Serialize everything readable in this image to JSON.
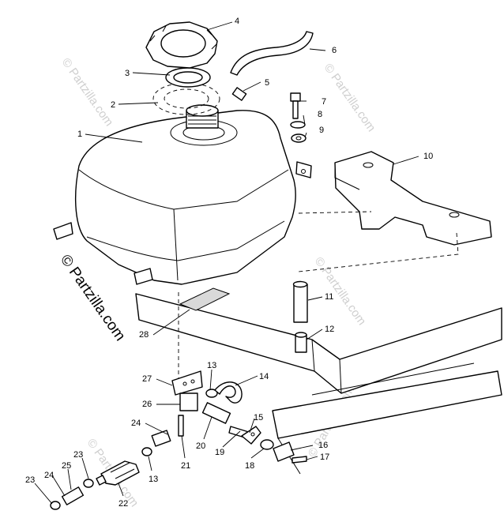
{
  "watermark": {
    "main": "© Partzilla.com",
    "faint": "© Partzilla.com"
  },
  "callouts": {
    "c1": "1",
    "c2": "2",
    "c3": "3",
    "c4": "4",
    "c5": "5",
    "c6": "6",
    "c7": "7",
    "c8": "8",
    "c9": "9",
    "c10": "10",
    "c11": "11",
    "c12": "12",
    "c13a": "13",
    "c13b": "13",
    "c14": "14",
    "c15": "15",
    "c16": "16",
    "c17": "17",
    "c18": "18",
    "c19": "19",
    "c20": "20",
    "c21": "21",
    "c22": "22",
    "c23a": "23",
    "c23b": "23",
    "c24a": "24",
    "c24b": "24",
    "c25": "25",
    "c26": "26",
    "c27": "27",
    "c28": "28"
  }
}
